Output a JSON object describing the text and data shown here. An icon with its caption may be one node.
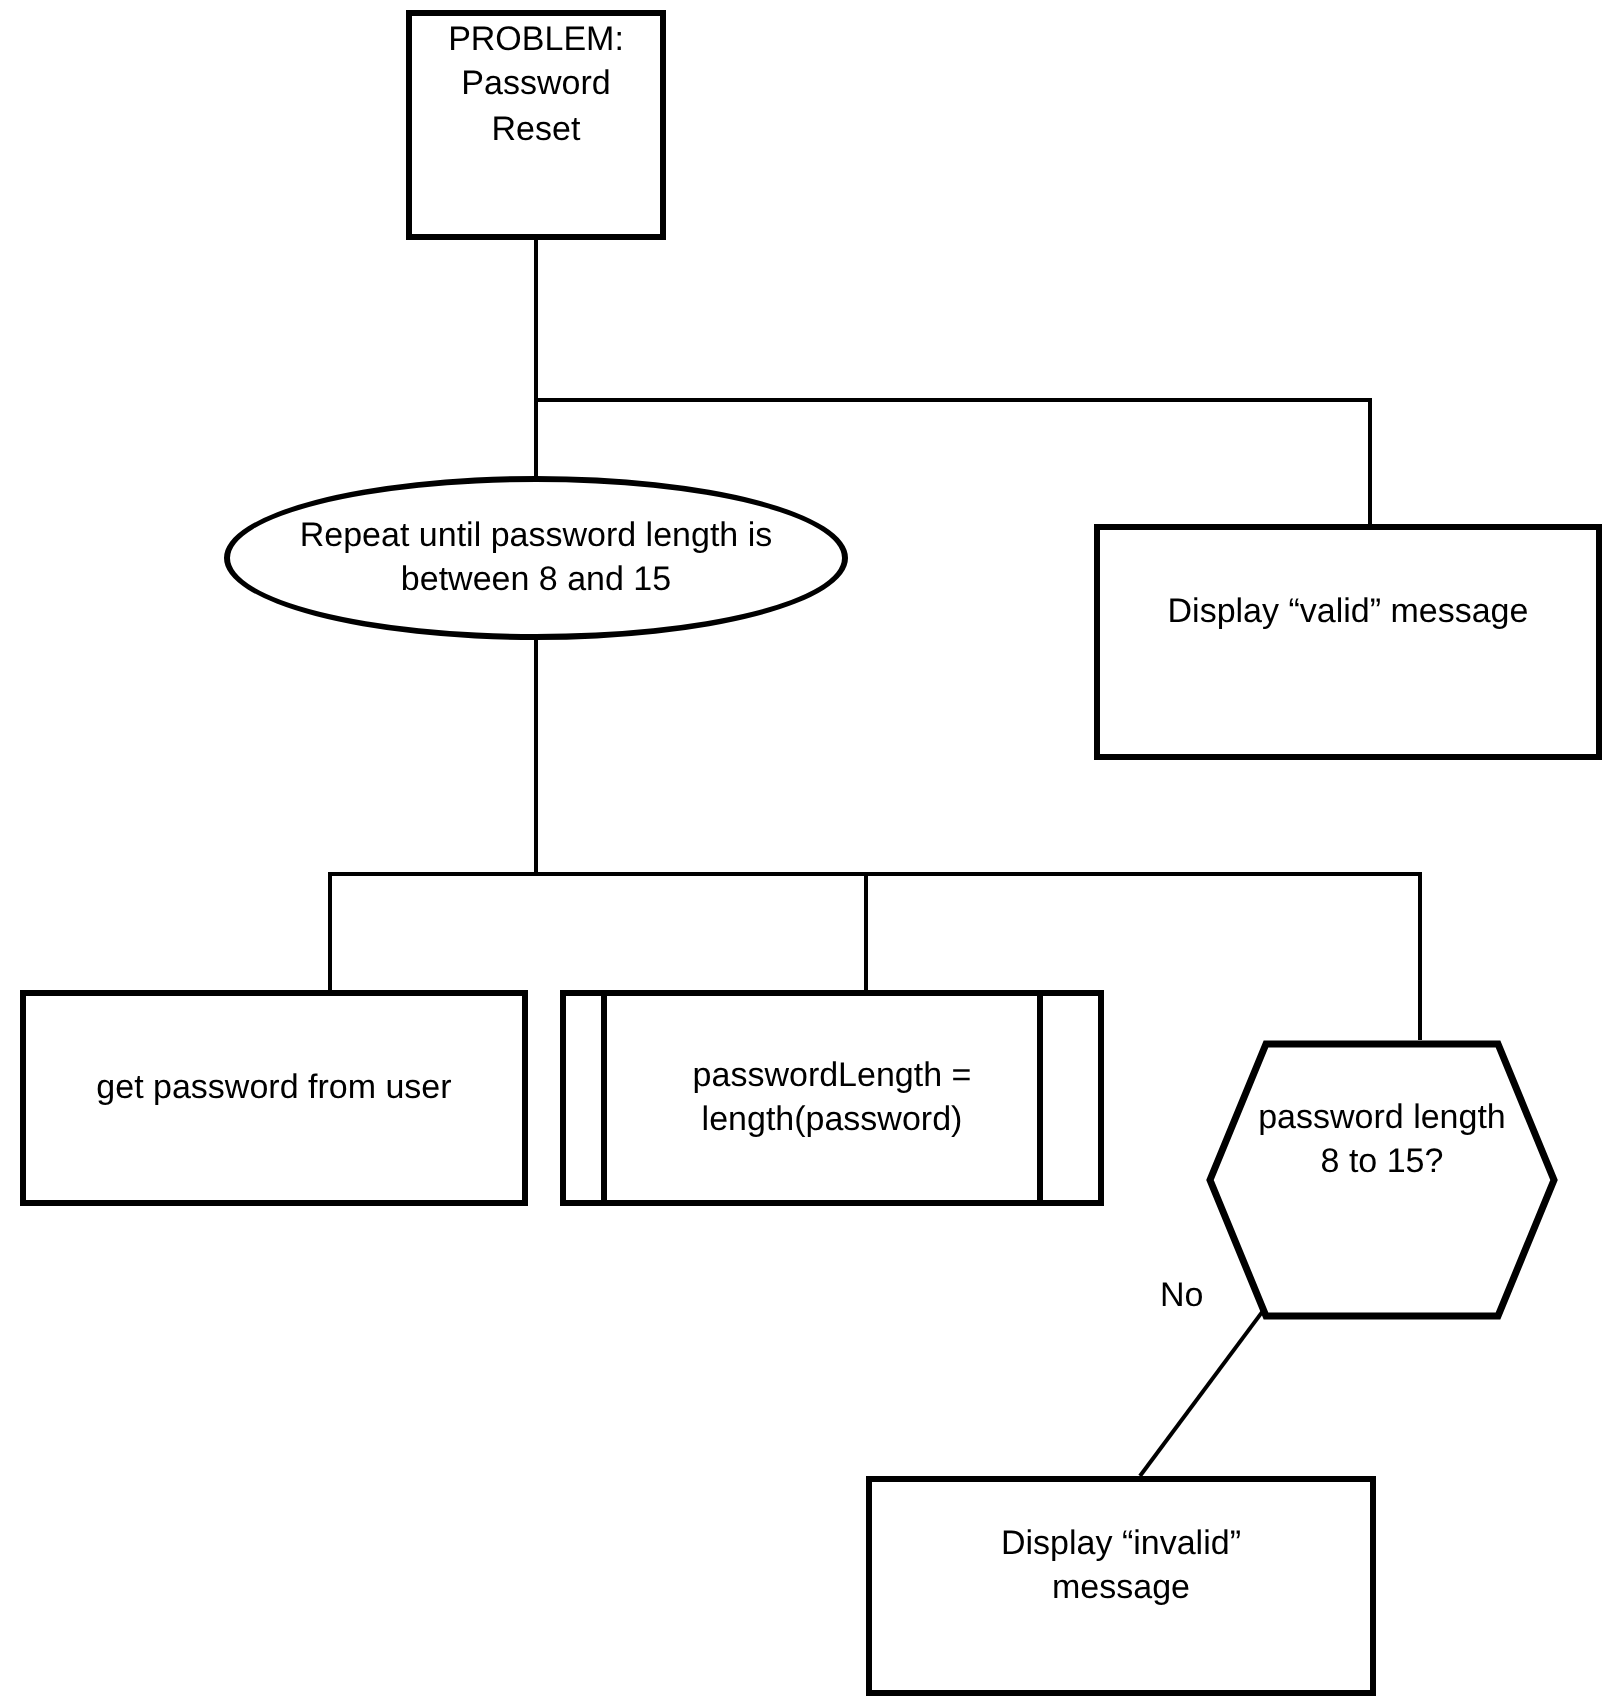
{
  "diagram": {
    "nodes": [
      {
        "text": [
          "PROBLEM: Password Reset"
        ]
      },
      {
        "text": [
          "Repeat until password length is between 8 and 15"
        ]
      },
      {
        "text": [
          "Display “valid” message"
        ]
      },
      {
        "text": [
          "get password from user"
        ]
      },
      {
        "text": [
          "passwordLength = length(password)"
        ]
      },
      {
        "text": [
          "password length 8 to 15?"
        ]
      },
      {
        "text": [
          "Display “invalid” message"
        ]
      }
    ],
    "edges": [
      {
        "from": 0,
        "to": 1,
        "arrow": "none"
      },
      {
        "from": 0,
        "to": 2,
        "arrow": "none"
      },
      {
        "from": 1,
        "to": 3,
        "arrow": "none"
      },
      {
        "from": 1,
        "to": 4,
        "arrow": "none"
      },
      {
        "from": 1,
        "to": 5,
        "arrow": "none"
      },
      {
        "from": 5,
        "to": 6,
        "arrow": "none",
        "label": "No"
      }
    ]
  }
}
